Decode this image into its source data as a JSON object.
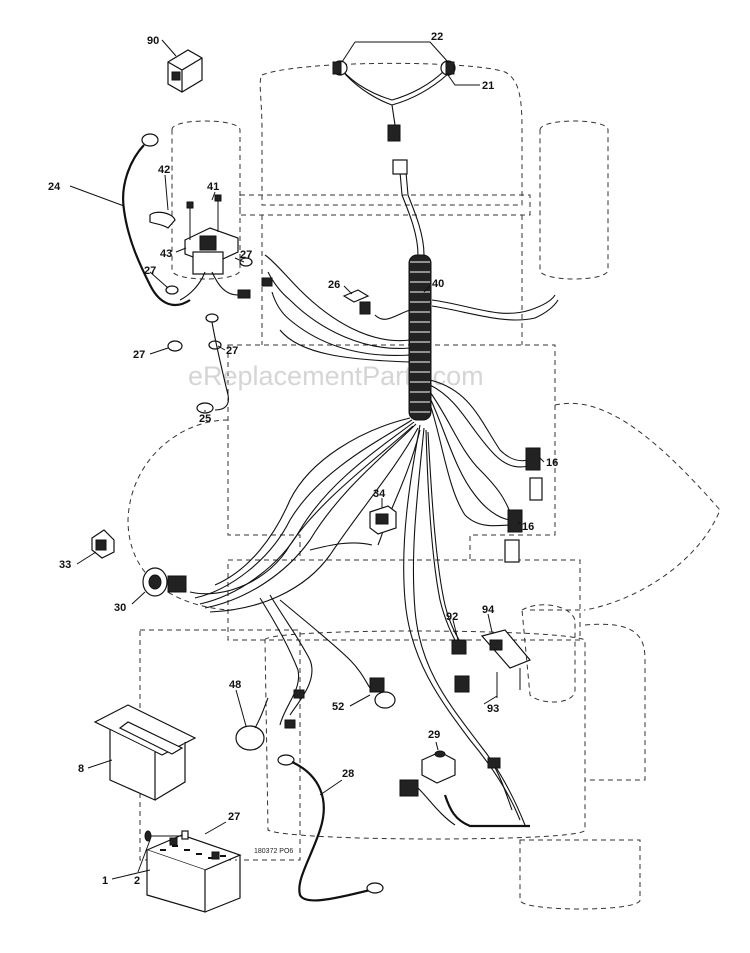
{
  "watermark": "eReplacementParts.com",
  "drawing_number": "180372 PO6",
  "callouts": {
    "c1": "1",
    "c2": "2",
    "c8": "8",
    "c16a": "16",
    "c16b": "16",
    "c21": "21",
    "c22": "22",
    "c24": "24",
    "c25": "25",
    "c26": "26",
    "c27a": "27",
    "c27b": "27",
    "c27c": "27",
    "c27d": "27",
    "c27e": "27",
    "c28": "28",
    "c29": "29",
    "c30": "30",
    "c33": "33",
    "c34": "34",
    "c40": "40",
    "c41": "41",
    "c42": "42",
    "c43": "43",
    "c48": "48",
    "c52": "52",
    "c90": "90",
    "c92": "92",
    "c93": "93",
    "c94": "94"
  }
}
